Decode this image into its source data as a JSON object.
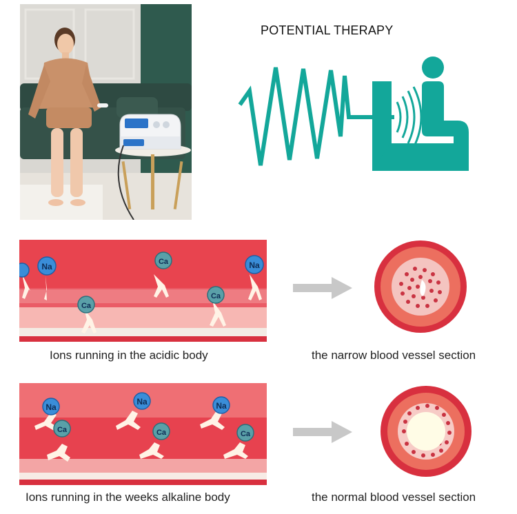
{
  "title": "POTENTIAL THERAPY",
  "captions": {
    "acidic": "Ions running in the acidic body",
    "narrow": "the narrow blood vessel section",
    "alkaline": "Ions running in the weeks alkaline body",
    "normal": "the normal blood vessel section"
  },
  "ion_labels": {
    "sodium": "Na",
    "calcium": "Ca"
  },
  "colors": {
    "teal": "#13a79a",
    "blood_red": "#d8303f",
    "strip_pink": "#e94a5a",
    "arrow_gray": "#c8c8c8"
  },
  "icons": [
    "arrow-right-icon",
    "zigzag-wave-icon",
    "person-seated-icon"
  ]
}
